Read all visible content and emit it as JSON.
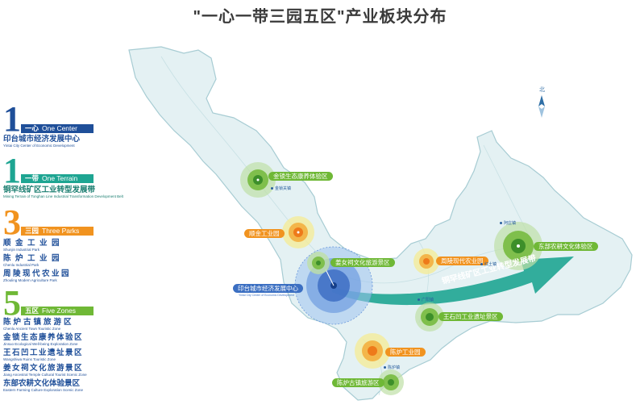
{
  "title": "\"一心一带三园五区\"产业板块分布",
  "colors": {
    "center": "#1f4f99",
    "belt": "#1ea592",
    "park": "#f1931f",
    "zone": "#6fb836",
    "land": "#e4f1f3",
    "border": "#a7ccd3"
  },
  "legend": {
    "center": {
      "number": "1",
      "bar_cn": "一心",
      "bar_en": "One Center",
      "items": [
        {
          "cn": "印台城市经济发展中心",
          "en": "Yintai City Center of Economic Development"
        }
      ]
    },
    "belt": {
      "number": "1",
      "bar_cn": "一带",
      "bar_en": "One Terrain",
      "items": [
        {
          "cn": "铜罕线矿区工业转型发展带",
          "en": "Mining Terrain of Tonghan Line Industrial Transformation Development Belt"
        }
      ]
    },
    "parks": {
      "number": "3",
      "bar_cn": "三园",
      "bar_en": "Three Parks",
      "items": [
        {
          "cn": "顺金工业园",
          "en": "Shunjin Industrial Park"
        },
        {
          "cn": "陈炉工业园",
          "en": "Chenlu Industrial Park"
        },
        {
          "cn": "周陵现代农业园",
          "en": "Zhouling Modern Agriculture Park"
        }
      ]
    },
    "zones": {
      "number": "5",
      "bar_cn": "五区",
      "bar_en": "Five Zones",
      "items": [
        {
          "cn": "陈炉古镇旅游区",
          "en": "Chenlu Ancient Town Touristic Zone"
        },
        {
          "cn": "金锁生态康养体验区",
          "en": "Jinsuo Ecological Well-being Exploration Zone"
        },
        {
          "cn": "王石凹工业遗址景区",
          "en": "Wangshiwa Ruins Touristic Zone"
        },
        {
          "cn": "姜女祠文化旅游景区",
          "en": "Jiang Ancestral Temple Cultural Tourist Scenic Zone"
        },
        {
          "cn": "东部农耕文化体验景区",
          "en": "Eastern Farming Culture Exploration Scenic Zone"
        }
      ]
    }
  },
  "map": {
    "center_label": "印台城市经济发展中心",
    "center_label_en": "Yintai City Center of Economic Development",
    "belt_label": "铜罕线矿区工业转型发展带",
    "north": "北",
    "nodes": {
      "jinsuo": "金锁生态康养体验区",
      "shunjin": "顺金工业园",
      "jiangnv": "姜女祠文化旅游景区",
      "zhouling": "周陵现代农业园",
      "dongbu": "东部农耕文化体验区",
      "wangshiwa": "王石凹工业遗址景区",
      "chenlu_park": "陈炉工业园",
      "chenlu_zone": "陈炉古镇旅游区"
    },
    "places": {
      "p1": "金锁关镇",
      "p2": "红土镇",
      "p3": "阿庄镇",
      "p4": "广阳镇",
      "p5": "陈炉镇"
    }
  }
}
